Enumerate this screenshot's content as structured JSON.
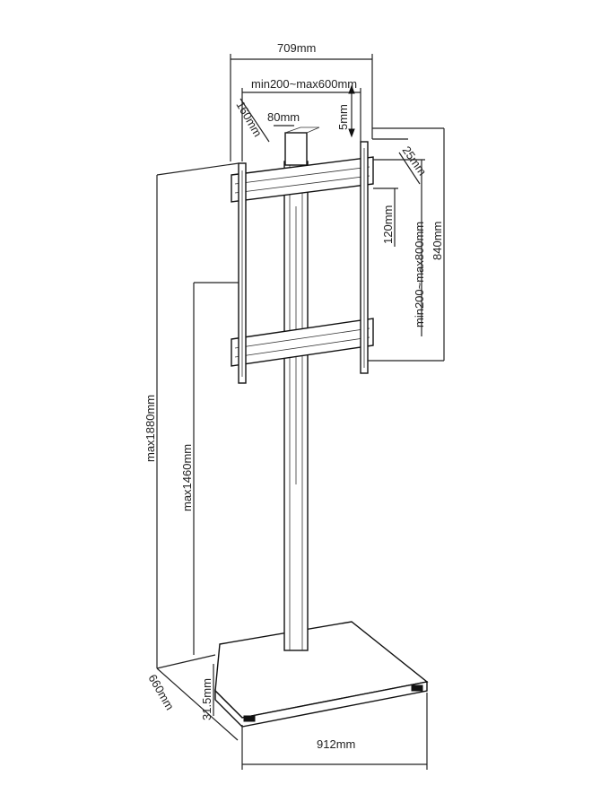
{
  "dimensions": {
    "plate_width": "709mm",
    "vesa_horizontal": "min200~max600mm",
    "arm_depth": "160mm",
    "arm_width": "80mm",
    "tilt_adjust": "5mm",
    "rail_offset": "25mm",
    "rail_gap": "120mm",
    "vesa_vertical": "min200~max800mm",
    "rail_length": "840mm",
    "max_height": "max1880mm",
    "max_center_height": "max1460mm",
    "base_depth": "660mm",
    "base_thickness": "31.5mm",
    "base_width": "912mm"
  },
  "colors": {
    "line": "#222222",
    "background": "#ffffff"
  }
}
